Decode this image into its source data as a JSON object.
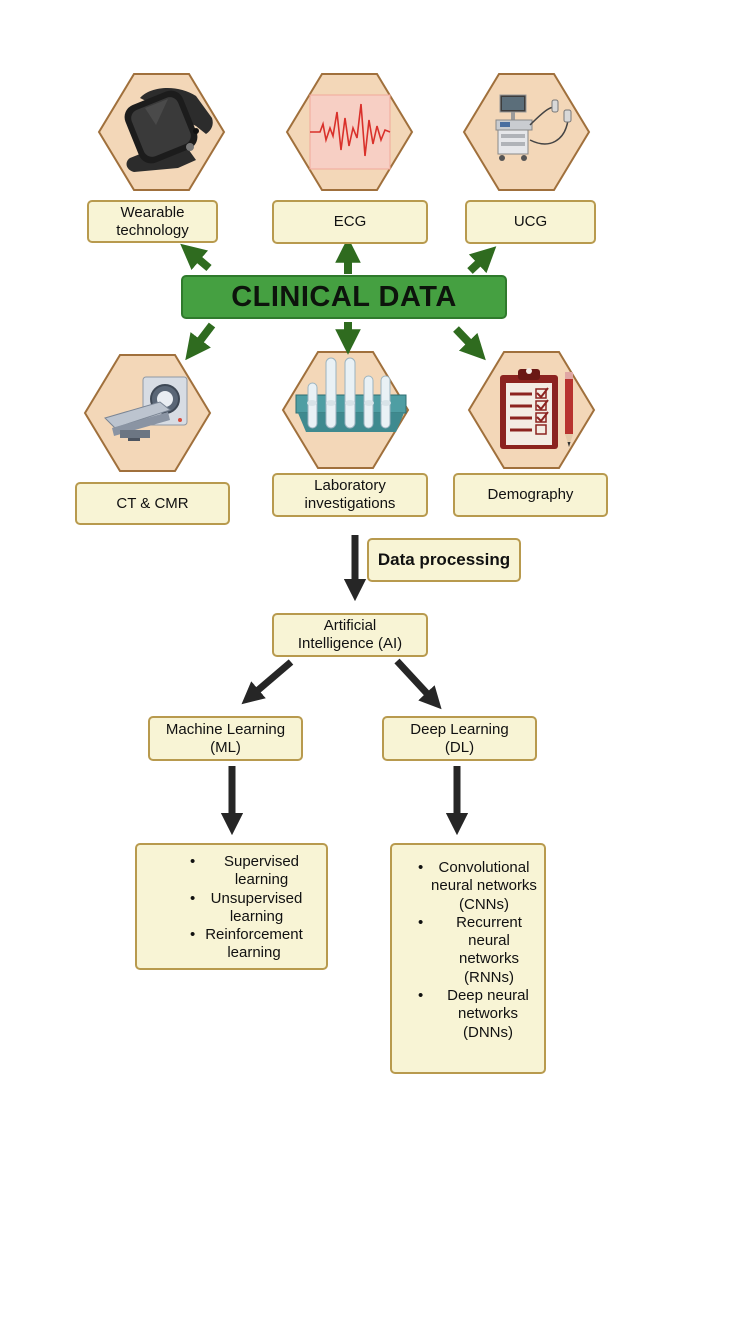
{
  "center": {
    "label": "CLINICAL DATA"
  },
  "sources": {
    "wearable": "Wearable technology",
    "ecg": "ECG",
    "ucg": "UCG",
    "ct_cmr": "CT & CMR",
    "laboratory": "Laboratory investigations",
    "demography": "Demography"
  },
  "processing": {
    "label": "Data processing"
  },
  "ai": {
    "label": "Artificial Intelligence (AI)"
  },
  "ml": {
    "label": "Machine Learning (ML)",
    "items": [
      "Supervised learning",
      "Unsupervised learning",
      "Reinforcement learning"
    ]
  },
  "dl": {
    "label": "Deep Learning (DL)",
    "items": [
      "Convolutional neural networks (CNNs)",
      "Recurrent neural networks (RNNs)",
      "Deep neural networks (DNNs)"
    ]
  },
  "icons": [
    "smartwatch-icon",
    "ecg-trace-icon",
    "ultrasound-machine-icon",
    "ct-scanner-icon",
    "test-tubes-icon",
    "clipboard-checklist-icon"
  ],
  "colors": {
    "hexagon_fill": "#f3d7b8",
    "hexagon_border": "#a0703c",
    "box_fill": "#f8f4d5",
    "box_border": "#b89a4e",
    "center_fill": "#45a041",
    "green_arrow": "#2f6b1f",
    "dark_arrow": "#262626"
  }
}
